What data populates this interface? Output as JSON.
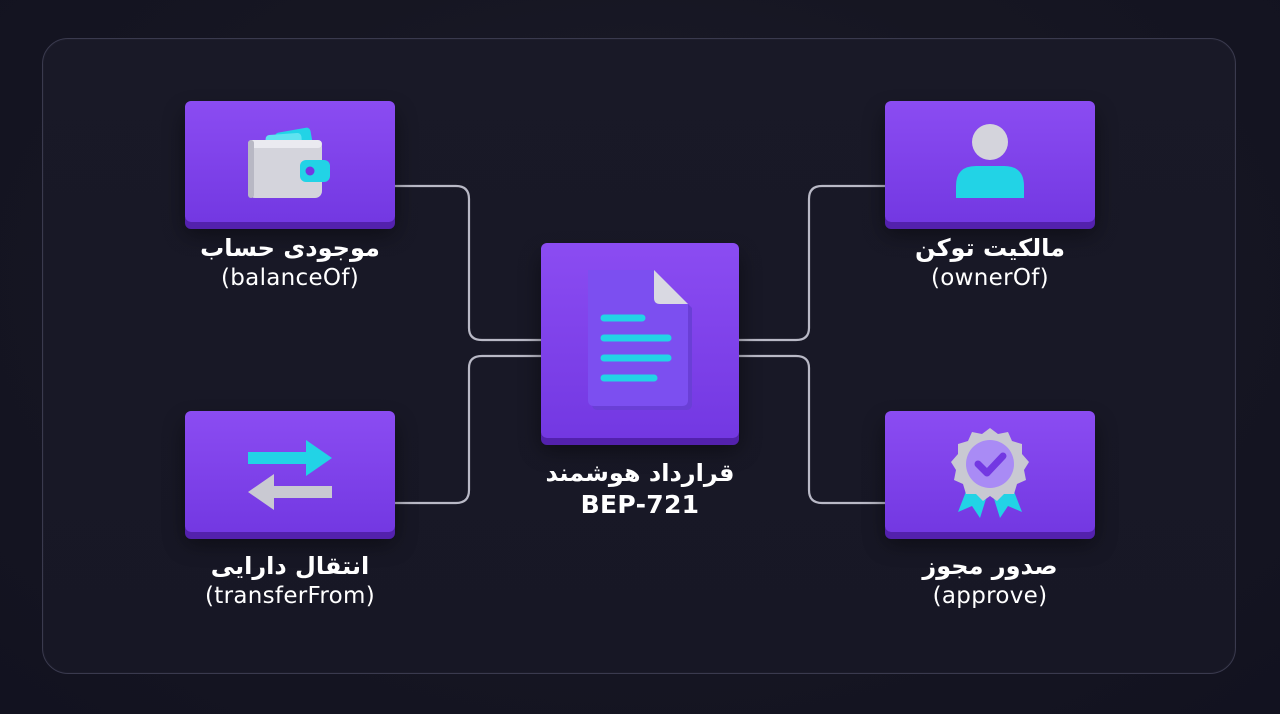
{
  "colors": {
    "background": "#161622",
    "panel_border": "#3a3a4e",
    "tile": "#8b4cf2",
    "tile_shadow": "#5321ad",
    "connector": "#b9b9c6",
    "accent_cyan": "#22d3e6",
    "accent_grey": "#c9c9d2"
  },
  "center": {
    "icon": "document-icon",
    "title": "قرارداد هوشمند",
    "subtitle": "BEP-721"
  },
  "nodes": {
    "balance": {
      "icon": "wallet-icon",
      "title": "موجودی حساب",
      "subtitle": "(balanceOf)"
    },
    "transfer": {
      "icon": "transfer-arrows-icon",
      "title": "انتقال دارایی",
      "subtitle": "(transferFrom)"
    },
    "owner": {
      "icon": "user-icon",
      "title": "مالکیت توکن",
      "subtitle": "(ownerOf)"
    },
    "approve": {
      "icon": "badge-check-icon",
      "title": "صدور مجوز",
      "subtitle": "(approve)"
    }
  }
}
